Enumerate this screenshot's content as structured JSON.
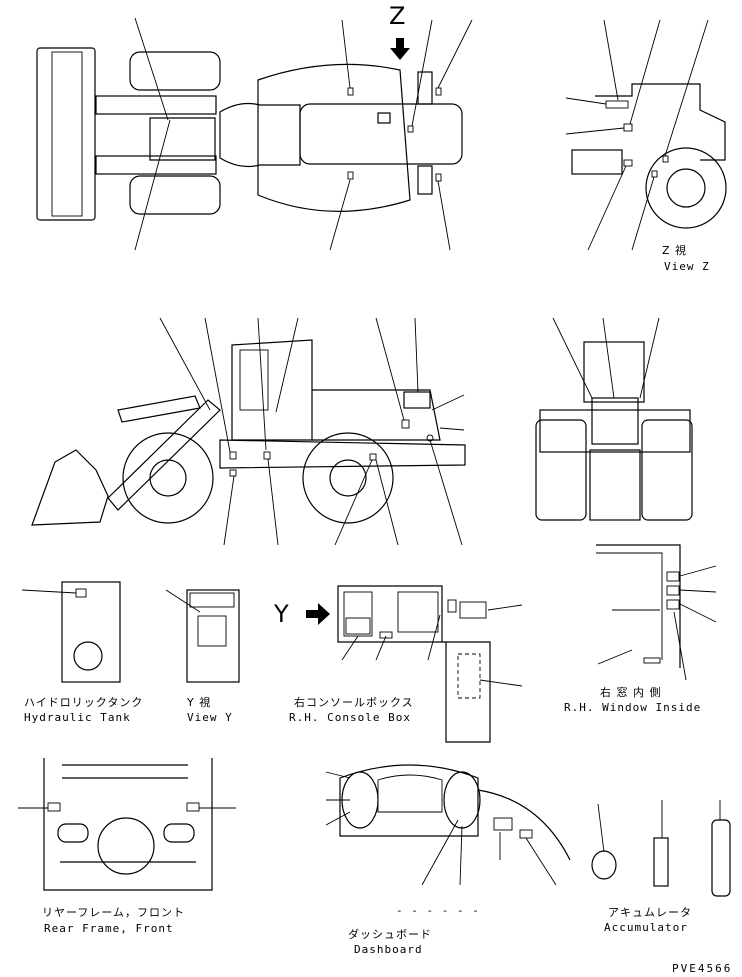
{
  "views": {
    "view_z": {
      "jp": "Z 視",
      "en": "View Z"
    },
    "hydraulic_tank": {
      "jp": "ハイドロリックタンク",
      "en": "Hydraulic Tank"
    },
    "view_y": {
      "jp": "Y 視",
      "en": "View Y"
    },
    "console_box": {
      "jp": "右コンソールボックス",
      "en": "R.H. Console Box"
    },
    "window_inside": {
      "jp": "右 窓 内 側",
      "en": "R.H. Window Inside"
    },
    "rear_frame": {
      "jp": "リヤーフレーム，フロント",
      "en": "Rear Frame, Front"
    },
    "dashboard": {
      "jp": "ダッシュボード",
      "en": "Dashboard",
      "dashes": "- -   - -   - -"
    },
    "accumulator": {
      "jp": "アキュムレータ",
      "en": "Accumulator"
    }
  },
  "markers": {
    "z": "Z",
    "y": "Y"
  },
  "drawing_code": "PVE4566"
}
